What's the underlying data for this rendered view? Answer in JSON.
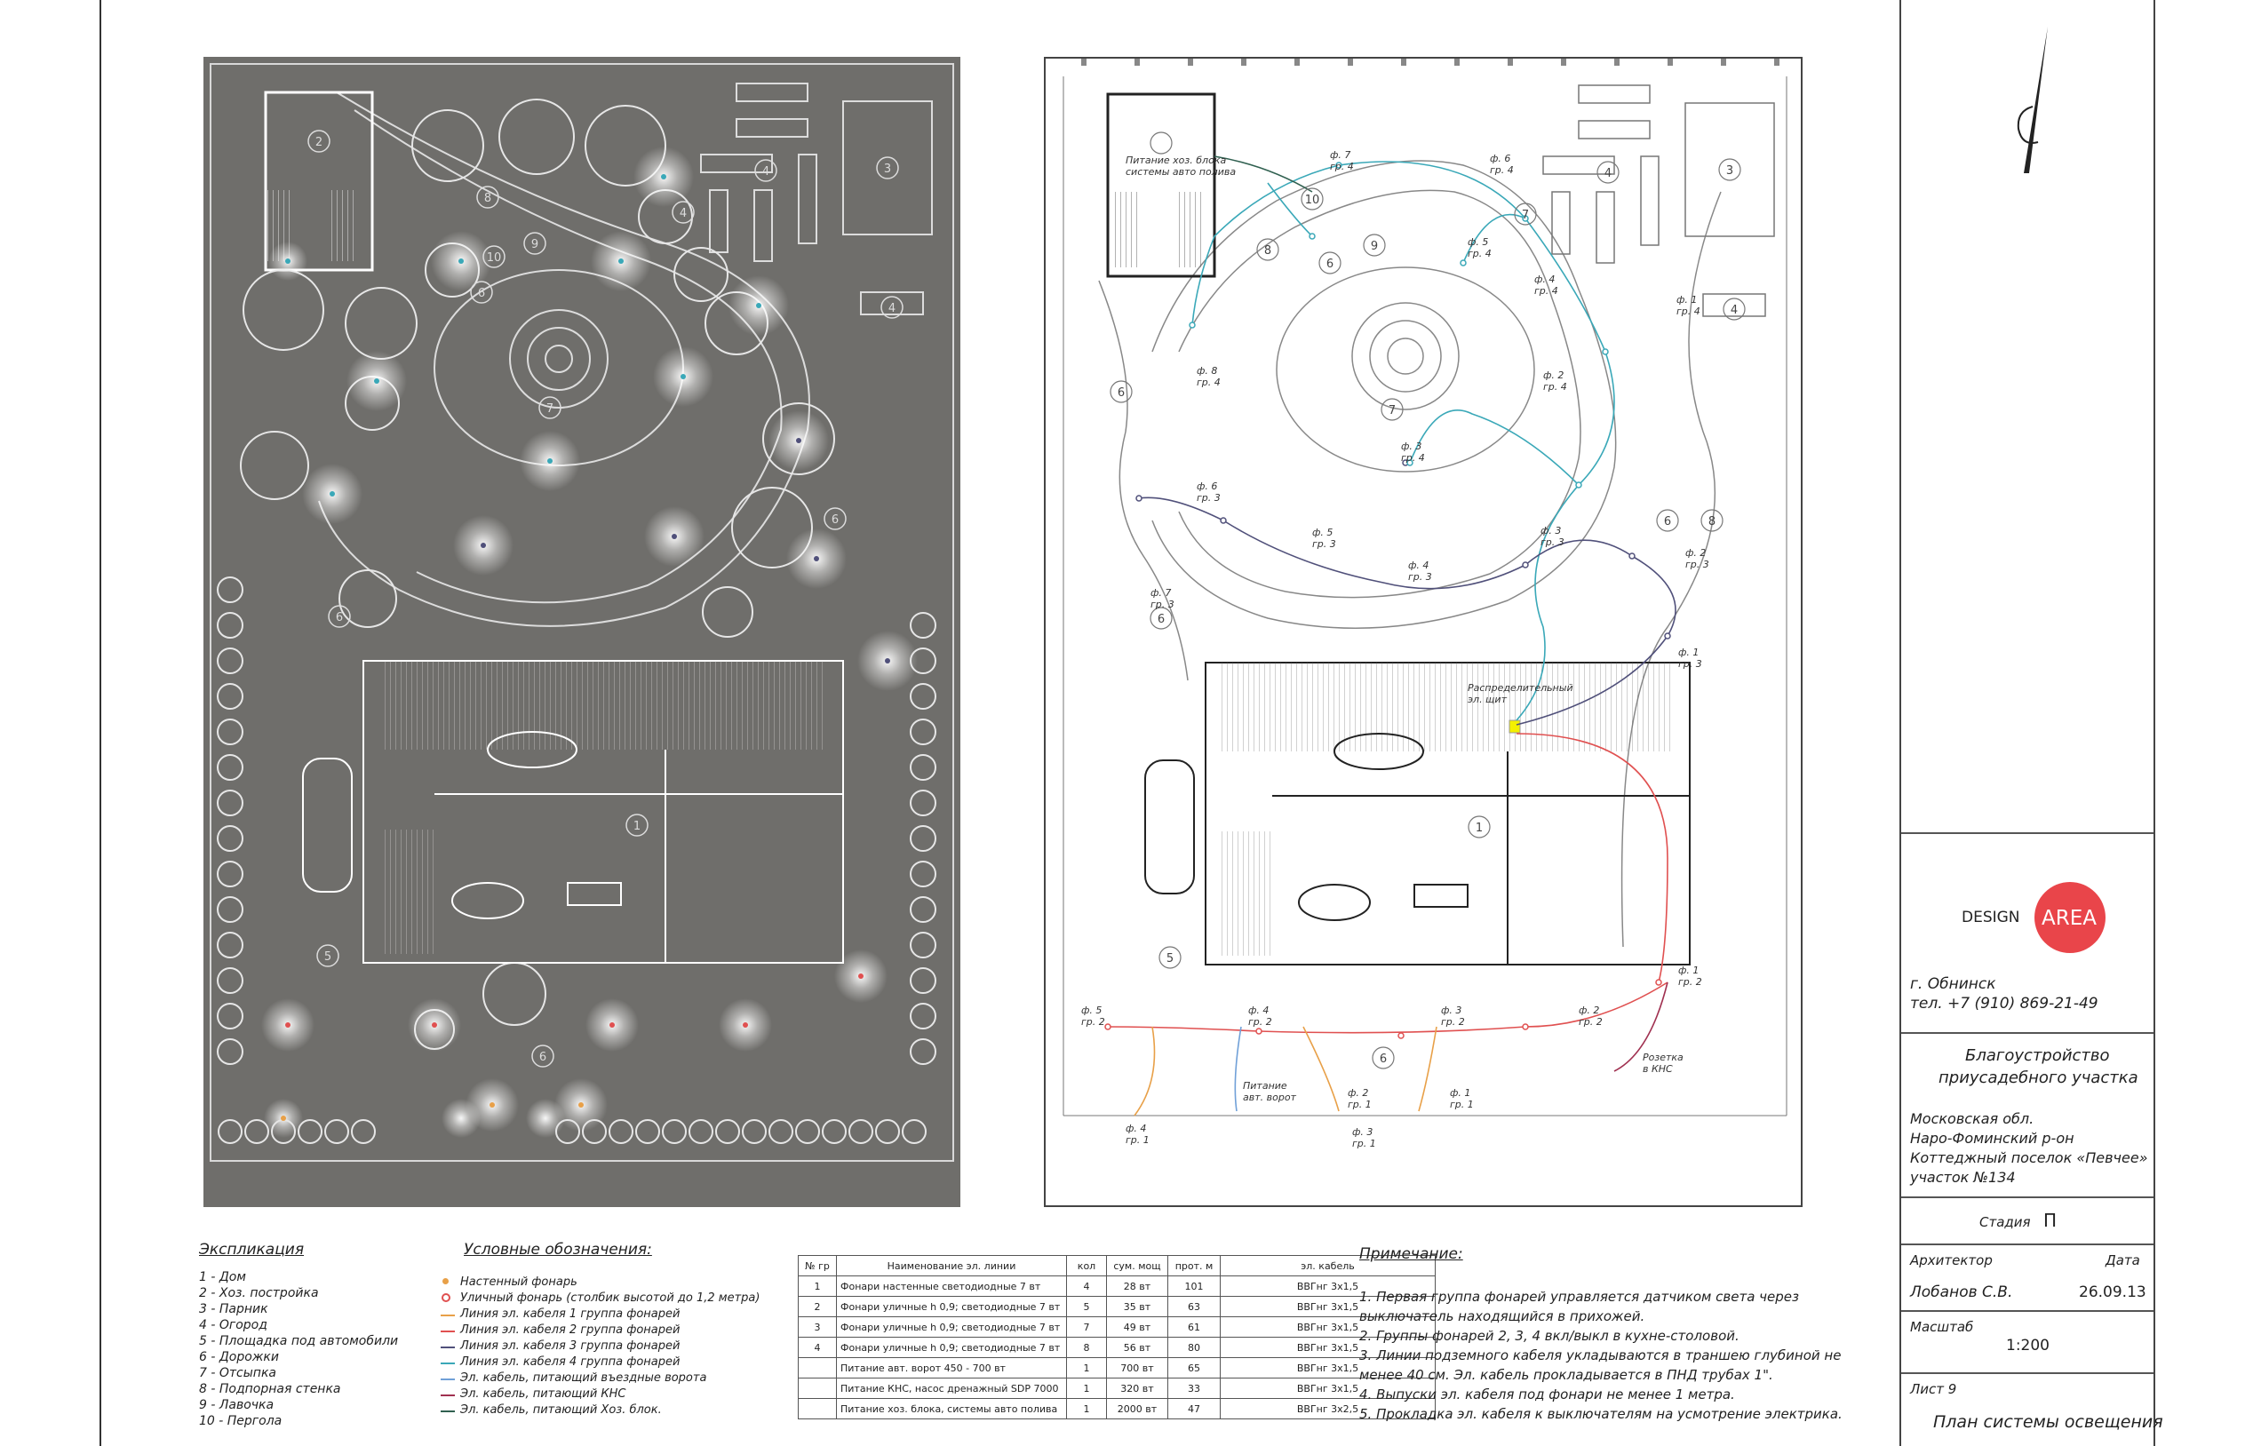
{
  "colors": {
    "dark_bg": "#6f6e6b",
    "group1": "#e8a048",
    "group2": "#e05050",
    "group3": "#50507a",
    "group4": "#3aa8b8",
    "gate": "#70a0d8",
    "kns": "#a03050",
    "hoz": "#306050",
    "logo": "#e9454a"
  },
  "explication": {
    "title": "Экспликация",
    "items": [
      "1 - Дом",
      "2 - Хоз. постройка",
      "3 - Парник",
      "4 - Огород",
      "5 - Площадка под автомобили",
      "6 - Дорожки",
      "7 - Отсыпка",
      "8 - Подпорная стенка",
      "9 - Лавочка",
      "10 - Пергола"
    ]
  },
  "legend": {
    "title": "Условные обозначения:",
    "items": [
      {
        "label": "Настенный фонарь",
        "kind": "wall-lamp"
      },
      {
        "label": "Уличный фонарь (столбик высотой до 1,2 метра)",
        "kind": "street-lamp"
      },
      {
        "label": "Линия эл. кабеля 1 группа фонарей",
        "color": "group1"
      },
      {
        "label": "Линия эл. кабеля 2 группа фонарей",
        "color": "group2"
      },
      {
        "label": "Линия эл. кабеля 3 группа фонарей",
        "color": "group3"
      },
      {
        "label": "Линия эл. кабеля 4 группа фонарей",
        "color": "group4"
      },
      {
        "label": "Эл. кабель, питающий въездные ворота",
        "color": "gate"
      },
      {
        "label": "Эл. кабель, питающий КНС",
        "color": "kns"
      },
      {
        "label": "Эл. кабель, питающий Хоз. блок.",
        "color": "hoz"
      }
    ]
  },
  "table": {
    "headers": [
      "№ гр",
      "Наименование эл. линии",
      "кол",
      "сум. мощ",
      "прот. м",
      "эл. кабель"
    ],
    "rows": [
      [
        "1",
        "Фонари настенные светодиодные 7 вт",
        "4",
        "28 вт",
        "101",
        "ВВГнг 3х1,5"
      ],
      [
        "2",
        "Фонари уличные h 0,9; светодиодные 7 вт",
        "5",
        "35 вт",
        "63",
        "ВВГнг 3х1,5"
      ],
      [
        "3",
        "Фонари уличные h 0,9; светодиодные 7 вт",
        "7",
        "49 вт",
        "61",
        "ВВГнг 3х1,5"
      ],
      [
        "4",
        "Фонари уличные h 0,9; светодиодные 7 вт",
        "8",
        "56 вт",
        "80",
        "ВВГнг 3х1,5"
      ],
      [
        "",
        "Питание авт. ворот 450 - 700 вт",
        "1",
        "700 вт",
        "65",
        "ВВГнг 3х1,5"
      ],
      [
        "",
        "Питание КНС, насос дренажный SDP 7000",
        "1",
        "320 вт",
        "33",
        "ВВГнг 3х1,5"
      ],
      [
        "",
        "Питание хоз. блока, системы авто полива",
        "1",
        "2000 вт",
        "47",
        "ВВГнг 3х2,5"
      ]
    ]
  },
  "notes": {
    "title": "Примечание:",
    "items": [
      "1. Первая группа фонарей управляется датчиком света через",
      "выключатель находящийся в прихожей.",
      "2. Группы фонарей 2, 3, 4 вкл/выкл в кухне-столовой.",
      "3. Линии подземного кабеля укладываются в траншею глубиной не",
      "менее 40 см. Эл. кабель прокладывается в ПНД трубах 1\".",
      "4. Выпуски эл. кабеля под фонари не менее 1 метра.",
      "5. Прокладка эл. кабеля к выключателям на усмотрение электрика."
    ]
  },
  "plan_labels": {
    "hoz_power": [
      "Питание хоз. блока",
      "системы авто полива"
    ],
    "distribution": [
      "Распределительный",
      "эл. щит"
    ],
    "gate_power": [
      "Питание",
      "авт. ворот"
    ],
    "kns_socket": [
      "Розетка",
      "в КНС"
    ]
  },
  "lamps": [
    {
      "f": "ф. 1",
      "g": "гр. 4"
    },
    {
      "f": "ф. 2",
      "g": "гр. 4"
    },
    {
      "f": "ф. 3",
      "g": "гр. 4"
    },
    {
      "f": "ф. 4",
      "g": "гр. 4"
    },
    {
      "f": "ф. 5",
      "g": "гр. 4"
    },
    {
      "f": "ф. 6",
      "g": "гр. 4"
    },
    {
      "f": "ф. 7",
      "g": "гр. 4"
    },
    {
      "f": "ф. 8",
      "g": "гр. 4"
    },
    {
      "f": "ф. 1",
      "g": "гр. 3"
    },
    {
      "f": "ф. 2",
      "g": "гр. 3"
    },
    {
      "f": "ф. 3",
      "g": "гр. 3"
    },
    {
      "f": "ф. 4",
      "g": "гр. 3"
    },
    {
      "f": "ф. 5",
      "g": "гр. 3"
    },
    {
      "f": "ф. 6",
      "g": "гр. 3"
    },
    {
      "f": "ф. 7",
      "g": "гр. 3"
    },
    {
      "f": "ф. 1",
      "g": "гр. 2"
    },
    {
      "f": "ф. 2",
      "g": "гр. 2"
    },
    {
      "f": "ф. 3",
      "g": "гр. 2"
    },
    {
      "f": "ф. 4",
      "g": "гр. 2"
    },
    {
      "f": "ф. 5",
      "g": "гр. 2"
    },
    {
      "f": "ф. 1",
      "g": "гр. 1"
    },
    {
      "f": "ф. 2",
      "g": "гр. 1"
    },
    {
      "f": "ф. 3",
      "g": "гр. 1"
    },
    {
      "f": "ф. 4",
      "g": "гр. 1"
    }
  ],
  "zone_numbers": [
    "1",
    "2",
    "3",
    "4",
    "5",
    "6",
    "7",
    "8",
    "9",
    "10"
  ],
  "titleblock": {
    "logo_left": "DESIGN",
    "logo_right": "AREA",
    "city": "г. Обнинск",
    "phone": "тел. +7 (910) 869-21-49",
    "project": [
      "Благоустройство",
      "приусадебного участка"
    ],
    "address": [
      "Московская обл.",
      "Наро-Фоминский р-он",
      "Коттеджный поселок «Певчее»",
      "участок №134"
    ],
    "stage_label": "Стадия",
    "stage_value": "П",
    "architect_label": "Архитектор",
    "date_label": "Дата",
    "architect_name": "Лобанов С.В.",
    "date_value": "26.09.13",
    "scale_label": "Масштаб",
    "scale_value": "1:200",
    "sheet_label": "Лист 9",
    "sheet_title": "План системы освещения"
  }
}
